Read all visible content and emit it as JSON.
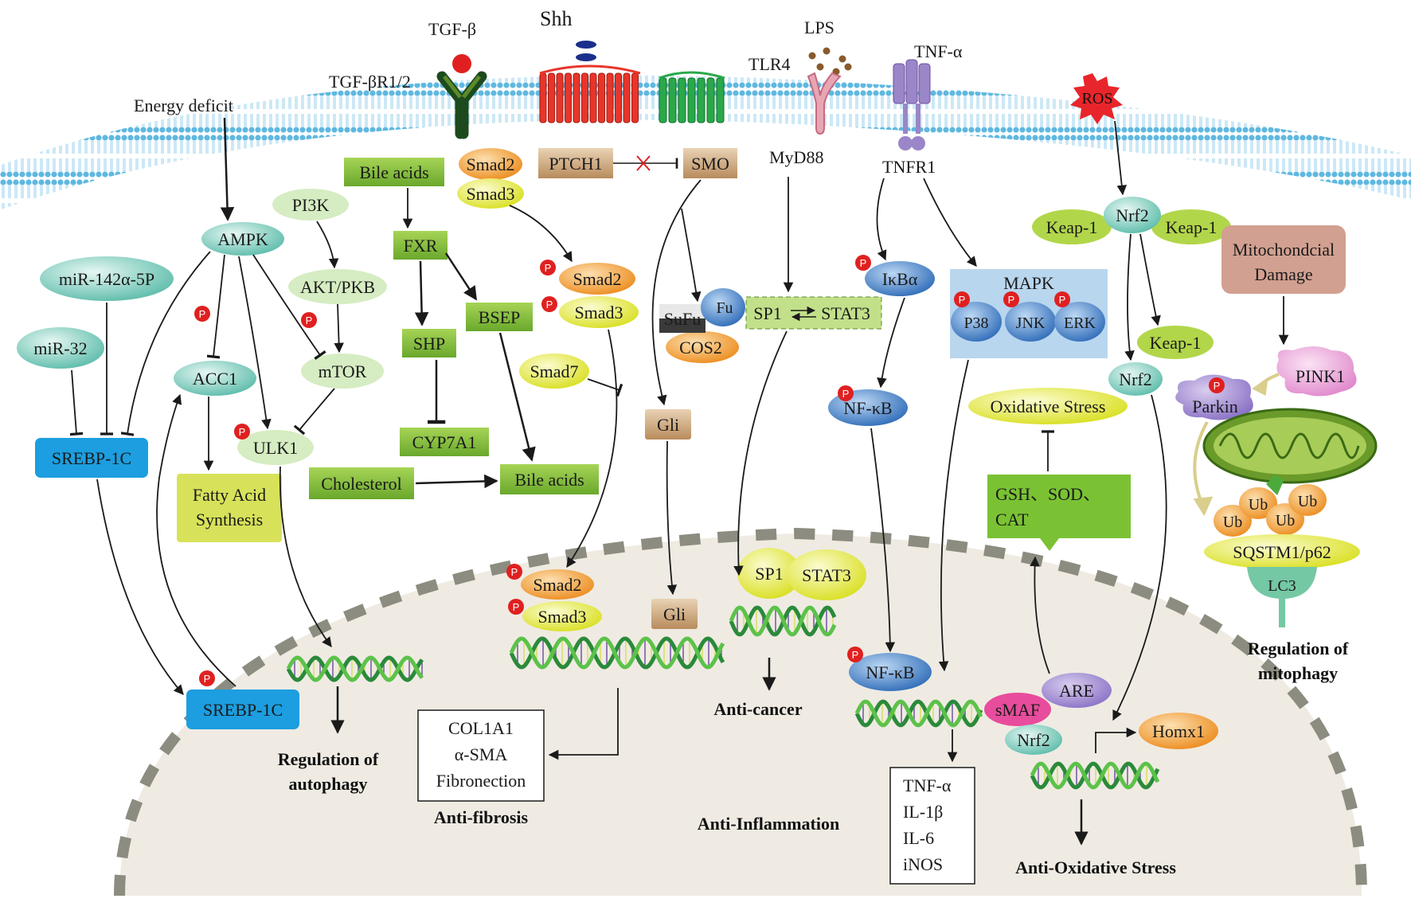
{
  "ligands": {
    "tgfb": "TGF-β",
    "shh": "Shh",
    "lps": "LPS",
    "tnfa": "TNF-α",
    "ros": "ROS"
  },
  "receptors": {
    "tgfbr": "TGF-βR1/2",
    "tlr4": "TLR4",
    "myd88": "MyD88",
    "tnfr1": "TNFR1"
  },
  "inputs": {
    "energy_deficit": "Energy deficit"
  },
  "ampk_pathway": {
    "ampk": "AMPK",
    "pi3k": "PI3K",
    "akt": "AKT/PKB",
    "mtor": "mTOR",
    "acc1": "ACC1",
    "ulk1": "ULK1",
    "fatty_acid_line1": "Fatty Acid",
    "fatty_acid_line2": "Synthesis",
    "mir142": "miR-142α-5P",
    "mir32": "miR-32",
    "srebp_cyto": "SREBP-1C",
    "srebp_nuc": "SREBP-1C",
    "autophagy_line1": "Regulation of",
    "autophagy_line2": "autophagy"
  },
  "bile_pathway": {
    "bile_acids_top": "Bile acids",
    "fxr": "FXR",
    "shp": "SHP",
    "bsep": "BSEP",
    "cyp7a1": "CYP7A1",
    "cholesterol": "Cholesterol",
    "bile_acids_bottom": "Bile acids"
  },
  "tgf_pathway": {
    "smad2_mem": "Smad2",
    "smad3_mem": "Smad3",
    "smad2_p": "Smad2",
    "smad3_p": "Smad3",
    "smad7": "Smad7",
    "smad2_nuc": "Smad2",
    "smad3_nuc": "Smad3",
    "targets": [
      "COL1A1",
      "α-SMA",
      "Fibronection"
    ],
    "outcome": "Anti-fibrosis"
  },
  "hh_pathway": {
    "ptch1": "PTCH1",
    "smo": "SMO",
    "sufu": "SuFu",
    "fu": "Fu",
    "cos2": "COS2",
    "gli_cyto": "Gli",
    "gli_nuc": "Gli"
  },
  "tlr_pathway": {
    "sp1": "SP1",
    "stat3": "STAT3",
    "sp1_nuc": "SP1",
    "stat3_nuc": "STAT3",
    "anti_cancer": "Anti-cancer"
  },
  "nfkb_pathway": {
    "ikba": "IκBα",
    "nfkb_cyto": "NF-κB",
    "nfkb_nuc": "NF-κB",
    "mapk": "MAPK",
    "p38": "P38",
    "jnk": "JNK",
    "erk": "ERK",
    "targets": [
      "TNF-α",
      "IL-1β",
      "IL-6",
      "iNOS"
    ],
    "outcome": "Anti-Inflammation"
  },
  "nrf2_pathway": {
    "keap1_left": "Keap-1",
    "nrf2_top": "Nrf2",
    "keap1_right": "Keap-1",
    "keap1_free": "Keap-1",
    "nrf2_free": "Nrf2",
    "oxidative_stress": "Oxidative Stress",
    "antioxidants_line1": "GSH、SOD、",
    "antioxidants_line2": "CAT",
    "are": "ARE",
    "smaf": "sMAF",
    "nrf2_nuc": "Nrf2",
    "homx1": "Homx1",
    "outcome": "Anti-Oxidative Stress"
  },
  "mitophagy": {
    "damage_line1": "Mitochondcial",
    "damage_line2": "Damage",
    "pink1": "PINK1",
    "parkin": "Parkin",
    "ub": [
      "Ub",
      "Ub",
      "Ub",
      "Ub"
    ],
    "sqstm1": "SQSTM1/p62",
    "lc3": "LC3",
    "outcome_line1": "Regulation of",
    "outcome_line2": "mitophagy"
  },
  "phospho_label": "P",
  "colors": {
    "membrane": "#5fb8e0",
    "nucleus_fill": "#efebe3",
    "nucleus_border": "#8c8c80",
    "green_box": "#8cc43e",
    "teal_node": "#7ccfc0",
    "blue_node": "#3c7cc8",
    "yellow_node": "#e6ec3c",
    "orange_node": "#f2a23c",
    "tan_box": "#cda67a",
    "red_p": "#e02020"
  }
}
